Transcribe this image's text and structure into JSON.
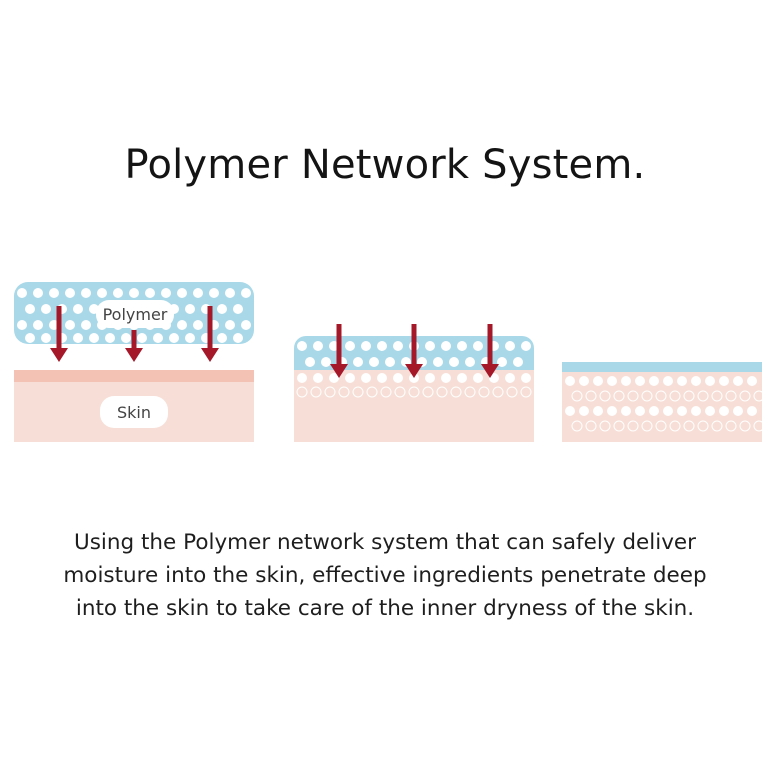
{
  "title": "Polymer Network System.",
  "labels": {
    "polymer": "Polymer",
    "skin": "Skin"
  },
  "caption": {
    "line1": "Using the Polymer network system that can safely deliver",
    "line2": "moisture into the skin, effective ingredients penetrate deep",
    "line3": "into the skin to take care of the inner dryness of the skin."
  },
  "colors": {
    "polymer_blue": "#a9d8e8",
    "skin_pink": "#f7ded6",
    "skin_surface": "#f3c2b4",
    "arrow_red": "#a5182a",
    "dot_white": "#ffffff"
  },
  "stages": [
    {
      "name": "polymer-applied",
      "arrows": 3
    },
    {
      "name": "polymer-penetrating",
      "arrows": 3
    },
    {
      "name": "polymer-absorbed",
      "arrows": 0
    }
  ]
}
